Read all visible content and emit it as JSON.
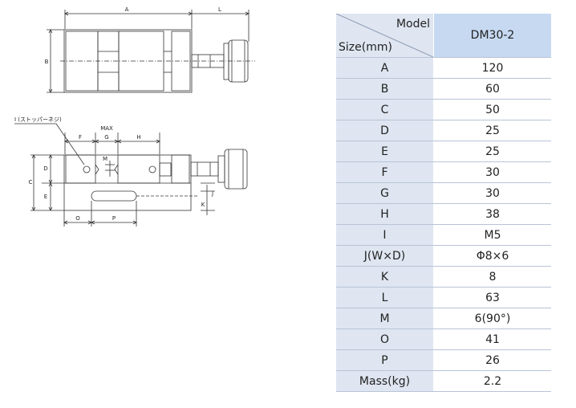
{
  "drawing": {
    "dim_labels": {
      "A": "A",
      "L": "L",
      "B": "B",
      "I": "I (ストッパーネジ)",
      "MAX": "MAX",
      "F": "F",
      "G": "G",
      "H": "H",
      "M": "M",
      "C": "C",
      "D": "D",
      "E": "E",
      "J": "J",
      "K": "K",
      "O": "O",
      "P": "P"
    }
  },
  "table": {
    "header": {
      "model_label": "Model",
      "size_label": "Size(mm)",
      "model_value": "DM30-2"
    },
    "rows": [
      {
        "label": "A",
        "value": "120"
      },
      {
        "label": "B",
        "value": "60"
      },
      {
        "label": "C",
        "value": "50"
      },
      {
        "label": "D",
        "value": "25"
      },
      {
        "label": "E",
        "value": "25"
      },
      {
        "label": "F",
        "value": "30"
      },
      {
        "label": "G",
        "value": "30"
      },
      {
        "label": "H",
        "value": "38"
      },
      {
        "label": "I",
        "value": "M5"
      },
      {
        "label": "J(W×D)",
        "value": "Φ8×6"
      },
      {
        "label": "K",
        "value": "8"
      },
      {
        "label": "L",
        "value": "63"
      },
      {
        "label": "M",
        "value": "6(90°)"
      },
      {
        "label": "O",
        "value": "41"
      },
      {
        "label": "P",
        "value": "26"
      },
      {
        "label": "Mass(kg)",
        "value": "2.2"
      }
    ]
  }
}
